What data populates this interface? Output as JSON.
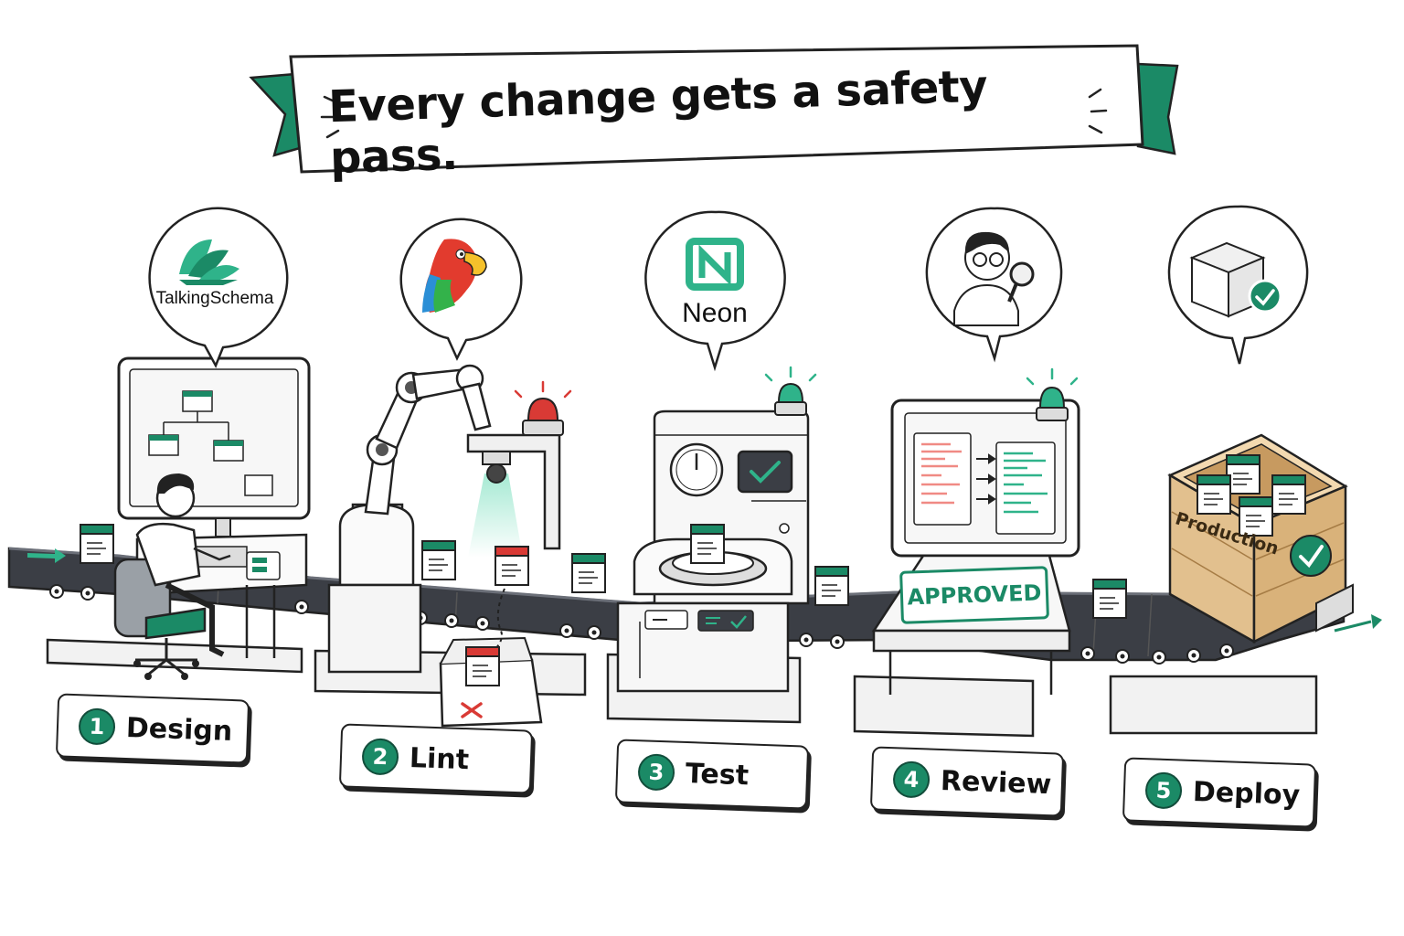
{
  "banner": {
    "title": "Every change gets a safety pass."
  },
  "bubbles": {
    "talkingschema": {
      "name": "TalkingSchema",
      "icon": "talkingschema-logo-icon"
    },
    "parrot": {
      "icon": "parrot-icon"
    },
    "neon": {
      "name": "Neon",
      "icon": "neon-logo-icon"
    },
    "reviewer": {
      "icon": "reviewer-with-magnifier-icon"
    },
    "package": {
      "icon": "package-check-icon"
    }
  },
  "steps": [
    {
      "number": "1",
      "label": "Design"
    },
    {
      "number": "2",
      "label": "Lint"
    },
    {
      "number": "3",
      "label": "Test"
    },
    {
      "number": "4",
      "label": "Review"
    },
    {
      "number": "5",
      "label": "Deploy"
    }
  ],
  "review_stamp": "APPROVED",
  "crate_label": "Production",
  "colors": {
    "accent_green": "#1b8a66",
    "reject_red": "#d93a35",
    "belt_dark": "#3b3e45",
    "outline": "#222222",
    "crate_wood": "#e2c08e"
  }
}
